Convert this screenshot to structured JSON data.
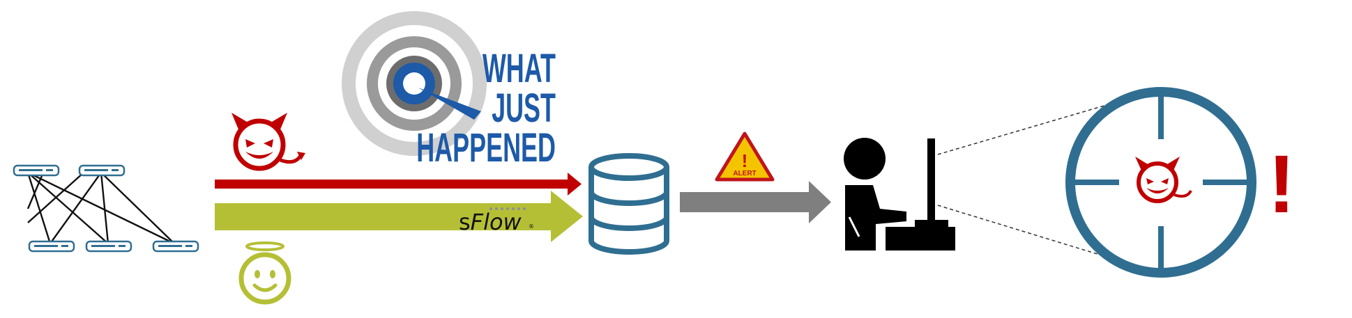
{
  "logo": {
    "lines": [
      "WHAT",
      "JUST",
      "HAPPENED"
    ],
    "color": "#1d5aa8"
  },
  "sflow": {
    "prefix": "s",
    "name": "Flow",
    "registered": "®"
  },
  "alert": {
    "mark": "!",
    "label": "ALERT",
    "color": "#c0141c"
  },
  "exclamation": "!",
  "colors": {
    "bad_flow": "#c00000",
    "good_flow": "#b5bf36",
    "transfer_arrow": "#7f7f7f",
    "database": "#2f6e91",
    "crosshair": "#2f6e91",
    "devil": "#c00000",
    "angel": "#b5bf36",
    "operator": "#000000"
  },
  "icons": [
    "network-switches-icon",
    "devil-icon",
    "angel-icon",
    "target-logo-icon",
    "database-icon",
    "alert-warning-icon",
    "operator-at-computer-icon",
    "crosshair-icon"
  ]
}
